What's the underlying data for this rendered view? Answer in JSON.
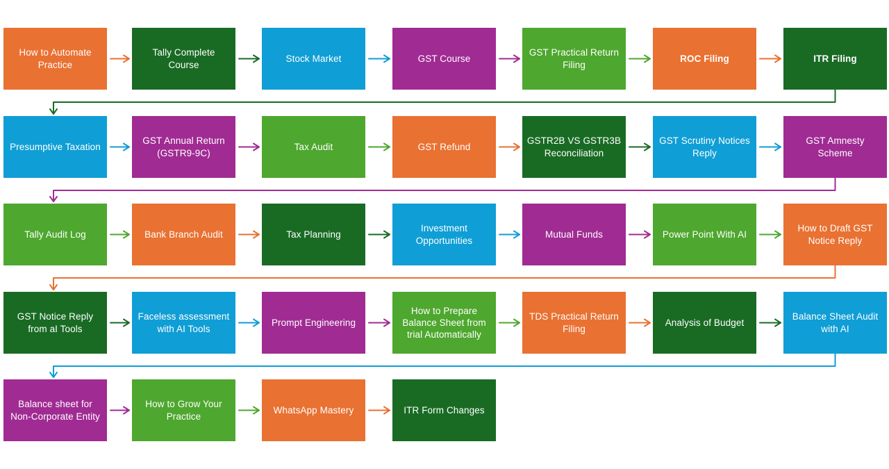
{
  "palette": {
    "orange": "#E97132",
    "dark_green": "#196B24",
    "blue": "#0F9ED5",
    "purple": "#A02B93",
    "light_green": "#4EA72E"
  },
  "connector_style": {
    "arrowhead": "open-v",
    "stroke_width": 2
  },
  "flow": {
    "rows": [
      {
        "boxes": [
          {
            "label": "How to Automate Practice",
            "color": "orange",
            "bold": false
          },
          {
            "label": "Tally Complete Course",
            "color": "dark_green",
            "bold": false
          },
          {
            "label": "Stock Market",
            "color": "blue",
            "bold": false
          },
          {
            "label": "GST Course",
            "color": "purple",
            "bold": false
          },
          {
            "label": "GST Practical Return Filing",
            "color": "light_green",
            "bold": false
          },
          {
            "label": "ROC Filing",
            "color": "orange",
            "bold": true
          },
          {
            "label": "ITR Filing",
            "color": "dark_green",
            "bold": true
          }
        ]
      },
      {
        "boxes": [
          {
            "label": "Presumptive Taxation",
            "color": "blue",
            "bold": false
          },
          {
            "label": "GST Annual Return (GSTR9-9C)",
            "color": "purple",
            "bold": false
          },
          {
            "label": "Tax Audit",
            "color": "light_green",
            "bold": false
          },
          {
            "label": "GST Refund",
            "color": "orange",
            "bold": false
          },
          {
            "label": "GSTR2B VS GSTR3B Reconciliation",
            "color": "dark_green",
            "bold": false
          },
          {
            "label": "GST Scrutiny Notices Reply",
            "color": "blue",
            "bold": false
          },
          {
            "label": "GST Amnesty Scheme",
            "color": "purple",
            "bold": false
          }
        ]
      },
      {
        "boxes": [
          {
            "label": "Tally Audit Log",
            "color": "light_green",
            "bold": false
          },
          {
            "label": "Bank Branch Audit",
            "color": "orange",
            "bold": false
          },
          {
            "label": "Tax Planning",
            "color": "dark_green",
            "bold": false
          },
          {
            "label": "Investment Opportunities",
            "color": "blue",
            "bold": false
          },
          {
            "label": "Mutual Funds",
            "color": "purple",
            "bold": false
          },
          {
            "label": "Power Point With AI",
            "color": "light_green",
            "bold": false
          },
          {
            "label": "How to Draft GST Notice Reply",
            "color": "orange",
            "bold": false
          }
        ]
      },
      {
        "boxes": [
          {
            "label": "GST Notice Reply from aI Tools",
            "color": "dark_green",
            "bold": false
          },
          {
            "label": "Faceless assessment with AI Tools",
            "color": "blue",
            "bold": false
          },
          {
            "label": "Prompt Engineering",
            "color": "purple",
            "bold": false
          },
          {
            "label": "How to Prepare Balance Sheet from trial Automatically",
            "color": "light_green",
            "bold": false
          },
          {
            "label": "TDS Practical Return Filing",
            "color": "orange",
            "bold": false
          },
          {
            "label": "Analysis of Budget",
            "color": "dark_green",
            "bold": false
          },
          {
            "label": "Balance Sheet Audit with AI",
            "color": "blue",
            "bold": false
          }
        ]
      },
      {
        "boxes": [
          {
            "label": "Balance sheet for Non-Corporate Entity",
            "color": "purple",
            "bold": false
          },
          {
            "label": "How to Grow Your Practice",
            "color": "light_green",
            "bold": false
          },
          {
            "label": "WhatsApp Mastery",
            "color": "orange",
            "bold": false
          },
          {
            "label": "ITR Form Changes",
            "color": "dark_green",
            "bold": false
          }
        ]
      }
    ]
  }
}
